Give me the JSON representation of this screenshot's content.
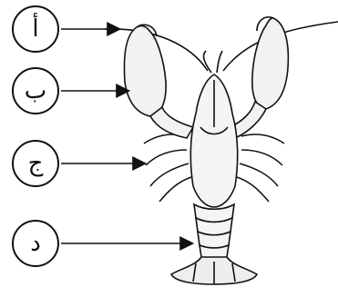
{
  "labels": [
    {
      "id": "a",
      "text": "أ"
    },
    {
      "id": "b",
      "text": "ب"
    },
    {
      "id": "c",
      "text": "ج"
    },
    {
      "id": "d",
      "text": "د"
    }
  ]
}
